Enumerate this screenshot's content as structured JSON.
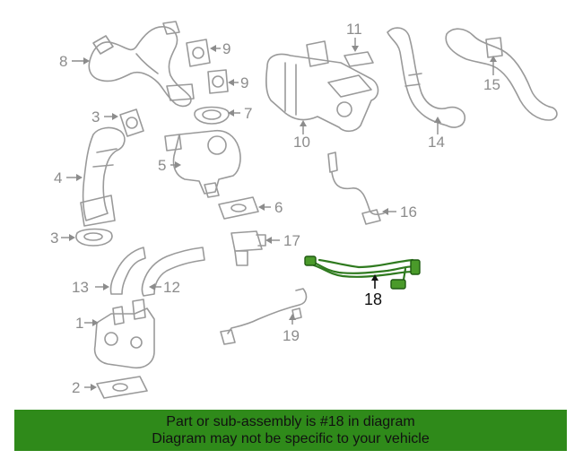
{
  "callouts": {
    "c1": "1",
    "c2": "2",
    "c3a": "3",
    "c3b": "3",
    "c4": "4",
    "c5": "5",
    "c6": "6",
    "c7": "7",
    "c8": "8",
    "c9a": "9",
    "c9b": "9",
    "c10": "10",
    "c11": "11",
    "c12": "12",
    "c13": "13",
    "c14": "14",
    "c15": "15",
    "c16": "16",
    "c17": "17",
    "c18": "18",
    "c19": "19"
  },
  "highlight_color": "#4a9a2a",
  "banner": {
    "color": "#2f8a1a",
    "line1": "Part or sub-assembly is #18 in diagram",
    "line2": "Diagram may not be specific to your vehicle"
  }
}
